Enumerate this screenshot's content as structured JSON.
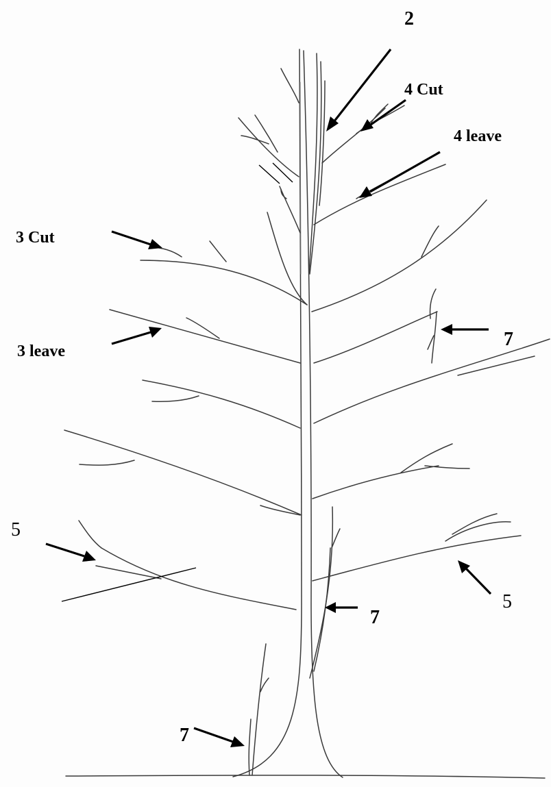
{
  "labels": {
    "top_2": "2",
    "cut_4": "4 Cut",
    "leave_4": "4 leave",
    "cut_3": "3 Cut",
    "leave_3": "3 leave",
    "seven_right_upper": "7",
    "five_left": "5",
    "five_right": "5",
    "seven_trunk": "7",
    "seven_base": "7"
  }
}
